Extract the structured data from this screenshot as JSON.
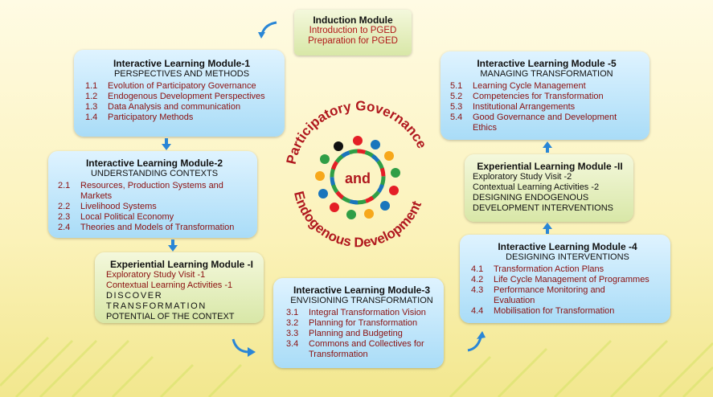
{
  "induction": {
    "title": "Induction Module",
    "lines": [
      "Introduction to PGED",
      "Preparation for PGED"
    ]
  },
  "ilm1": {
    "title": "Interactive Learning Module-1",
    "subtitle": "PERSPECTIVES AND METHODS",
    "items": [
      {
        "n": "1.1",
        "t": "Evolution of Participatory Governance"
      },
      {
        "n": "1.2",
        "t": "Endogenous Development Perspectives"
      },
      {
        "n": "1.3",
        "t": "Data Analysis and communication"
      },
      {
        "n": "1.4",
        "t": "Participatory Methods"
      }
    ]
  },
  "ilm2": {
    "title": "Interactive Learning Module-2",
    "subtitle": "UNDERSTANDING CONTEXTS",
    "items": [
      {
        "n": "2.1",
        "t": "Resources, Production Systems and Markets"
      },
      {
        "n": "2.2",
        "t": "Livelihood Systems"
      },
      {
        "n": "2.3",
        "t": "Local Political Economy"
      },
      {
        "n": "2.4",
        "t": "Theories and Models of Transformation"
      }
    ]
  },
  "elm1": {
    "title": "Experiential Learning Module -I",
    "lines": [
      "Exploratory Study Visit -1",
      "Contextual Learning Activities -1"
    ],
    "caps": [
      "DISCOVER TRANSFORMATION",
      "POTENTIAL OF THE CONTEXT"
    ]
  },
  "ilm3": {
    "title": "Interactive Learning Module-3",
    "subtitle": "ENVISIONING TRANSFORMATION",
    "items": [
      {
        "n": "3.1",
        "t": "Integral Transformation Vision"
      },
      {
        "n": "3.2",
        "t": "Planning for Transformation"
      },
      {
        "n": "3.3",
        "t": "Planning and Budgeting"
      },
      {
        "n": "3.4",
        "t": "Commons and Collectives for Transformation"
      }
    ]
  },
  "ilm4": {
    "title": "Interactive Learning Module -4",
    "subtitle": "DESIGNING INTERVENTIONS",
    "items": [
      {
        "n": "4.1",
        "t": "Transformation Action Plans"
      },
      {
        "n": "4.2",
        "t": "Life Cycle Management of Programmes"
      },
      {
        "n": "4.3",
        "t": "Performance Monitoring and Evaluation"
      },
      {
        "n": "4.4",
        "t": "Mobilisation for Transformation"
      }
    ]
  },
  "elm2": {
    "title": "Experiential Learning Module -II",
    "lines": [
      "Exploratory Study Visit -2",
      "Contextual Learning Activities -2",
      "DESIGNING ENDOGENOUS",
      "DEVELOPMENT INTERVENTIONS"
    ]
  },
  "ilm5": {
    "title": "Interactive Learning Module -5",
    "subtitle": "MANAGING TRANSFORMATION",
    "items": [
      {
        "n": "5.1",
        "t": "Learning Cycle Management"
      },
      {
        "n": "5.2",
        "t": "Competencies for Transformation"
      },
      {
        "n": "5.3",
        "t": "Institutional Arrangements"
      },
      {
        "n": "5.4",
        "t": "Good Governance and Development Ethics"
      }
    ]
  },
  "logo": {
    "top": "Participatory Governance",
    "center": "and",
    "bottom": "Endogenous Development"
  }
}
